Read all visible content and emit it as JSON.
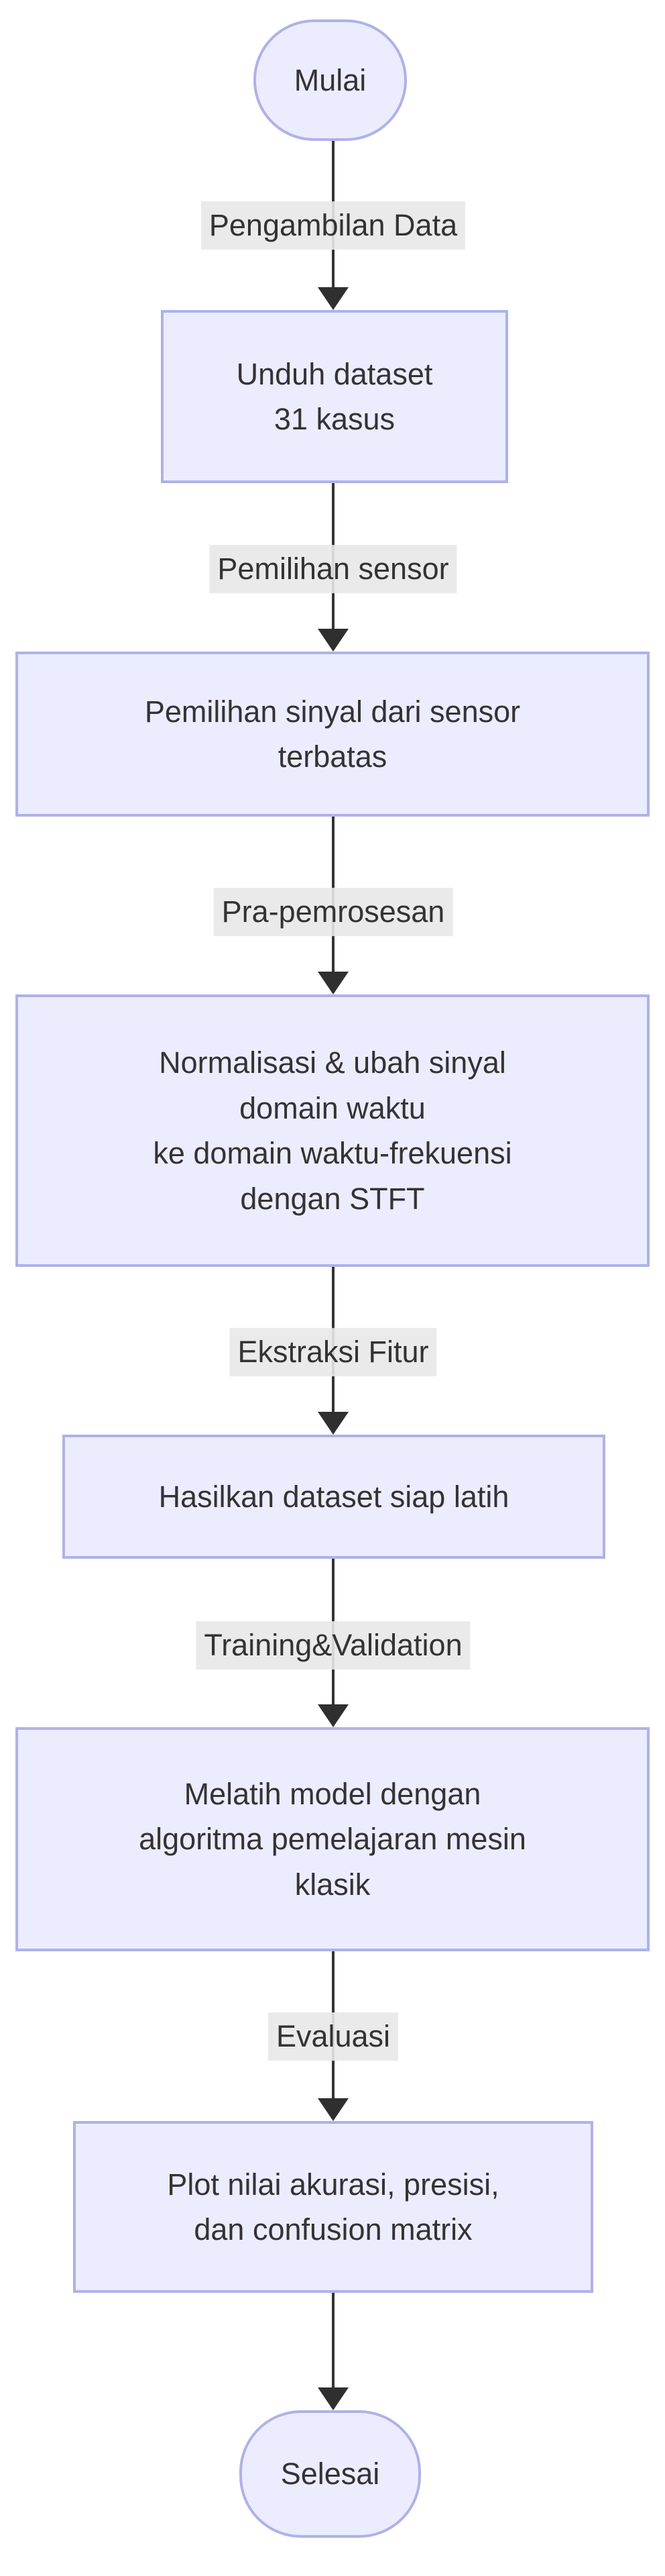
{
  "diagram": {
    "type": "flowchart",
    "direction": "top-down",
    "colors": {
      "background": "#FFFFFF",
      "node_fill": "#ECECFF",
      "node_border": "#AEB2E8",
      "edge_label_background": "#E8E8E8",
      "text": "#333333",
      "line": "#333333"
    },
    "nodes": [
      {
        "id": "start",
        "shape": "stadium",
        "label": "Mulai"
      },
      {
        "id": "download",
        "shape": "rect",
        "label": "Unduh dataset\n31 kasus"
      },
      {
        "id": "sensor-selection",
        "shape": "rect",
        "label": "Pemilihan sinyal dari sensor\nterbatas"
      },
      {
        "id": "preprocessing",
        "shape": "rect",
        "label": "Normalisasi & ubah sinyal\ndomain waktu\nke domain waktu-frekuensi\ndengan STFT"
      },
      {
        "id": "dataset-ready",
        "shape": "rect",
        "label": "Hasilkan dataset siap latih"
      },
      {
        "id": "training",
        "shape": "rect",
        "label": "Melatih model dengan\nalgoritma pemelajaran mesin\nklasik"
      },
      {
        "id": "evaluation-plot",
        "shape": "rect",
        "label": "Plot nilai akurasi, presisi,\ndan confusion matrix"
      },
      {
        "id": "end",
        "shape": "stadium",
        "label": "Selesai"
      }
    ],
    "edges": [
      {
        "from": "start",
        "to": "download",
        "label": "Pengambilan Data"
      },
      {
        "from": "download",
        "to": "sensor-selection",
        "label": "Pemilihan sensor"
      },
      {
        "from": "sensor-selection",
        "to": "preprocessing",
        "label": "Pra-pemrosesan"
      },
      {
        "from": "preprocessing",
        "to": "dataset-ready",
        "label": "Ekstraksi Fitur"
      },
      {
        "from": "dataset-ready",
        "to": "training",
        "label": "Training&Validation"
      },
      {
        "from": "training",
        "to": "evaluation-plot",
        "label": "Evaluasi"
      },
      {
        "from": "evaluation-plot",
        "to": "end",
        "label": ""
      }
    ]
  }
}
